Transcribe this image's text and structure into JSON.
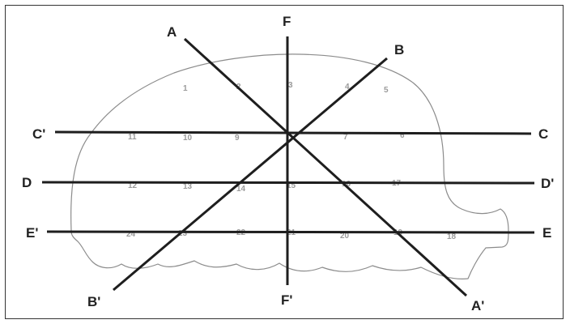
{
  "line_labels": {
    "A": "A",
    "A_prime": "A'",
    "B": "B",
    "B_prime": "B'",
    "C": "C",
    "C_prime": "C'",
    "D": "D",
    "D_prime": "D'",
    "E": "E",
    "E_prime": "E'",
    "F": "F",
    "F_prime": "F'"
  },
  "point_labels": {
    "p1": "1",
    "p2": "2",
    "p3": "3",
    "p4": "4",
    "p5": "5",
    "p6": "6",
    "p7": "7",
    "p9": "9",
    "p10": "10",
    "p11": "11",
    "p12": "12",
    "p13": "13",
    "p14": "14",
    "p15": "15",
    "p16": "16",
    "p17": "17",
    "p18": "18",
    "p19": "19",
    "p20": "20",
    "p21": "21",
    "p22": "22",
    "p23": "23",
    "p24": "24"
  }
}
